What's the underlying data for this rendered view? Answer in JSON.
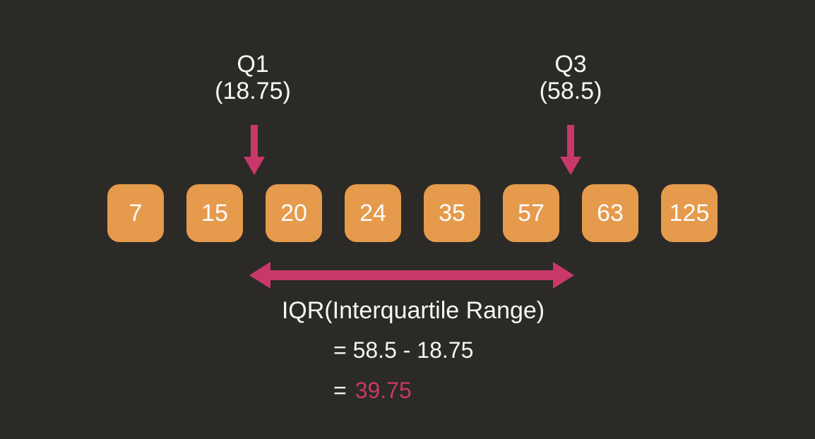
{
  "colors": {
    "background": "#2b2a26",
    "box_orange": "#e59a4c",
    "accent_pink": "#c9386b",
    "text": "#f8f6f2"
  },
  "annotations": {
    "q1": {
      "label": "Q1",
      "value": "(18.75)"
    },
    "q3": {
      "label": "Q3",
      "value": "(58.5)"
    }
  },
  "dataset": {
    "values": [
      "7",
      "15",
      "20",
      "24",
      "35",
      "57",
      "63",
      "125"
    ]
  },
  "stats": {
    "q1": 18.75,
    "q3": 58.5,
    "iqr": 39.75
  },
  "iqr_block": {
    "title": "IQR(Interquartile Range)",
    "equation": "= 58.5 - 18.75",
    "result_prefix": "=",
    "result": "39.75"
  }
}
